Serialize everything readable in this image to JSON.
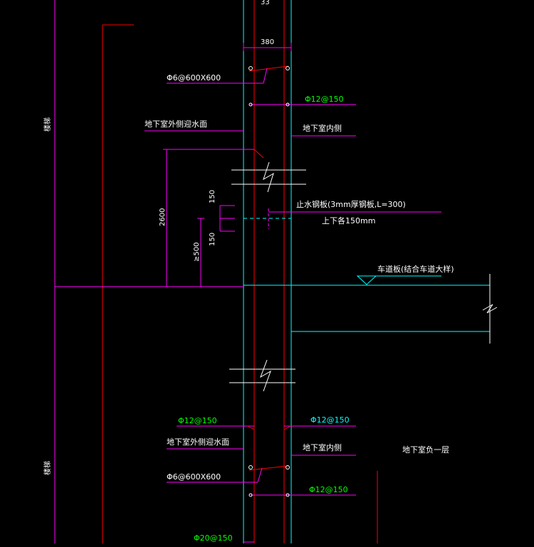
{
  "colors": {
    "background": "#000000",
    "red": "#ff0000",
    "magenta": "#ff00ff",
    "cyan": "#00ffff",
    "white": "#ffffff",
    "green": "#00ff00"
  },
  "labels": {
    "stirrup_top": "Φ6@600X600",
    "stirrup_bottom": "Φ6@600X600",
    "rebar_top_right": "Φ12@150",
    "rebar_mid_left": "Φ12@150",
    "rebar_mid_right": "Φ12@150",
    "rebar_low_right": "Φ12@150",
    "rebar_bottom": "Φ20@150",
    "outside_water_top": "地下室外侧迎水面",
    "outside_water_bottom": "地下室外侧迎水面",
    "inside_top": "地下室内侧",
    "inside_bottom": "地下室内侧",
    "waterstop": "止水钢板(3mm厚钢板,L=300)",
    "waterstop_note": "上下各150mm",
    "slab_note": "车道板(结合车道大样)",
    "basement_level": "地下室负一层",
    "side_mark_top": "楼梯",
    "side_mark_bottom": "楼梯"
  },
  "dimensions": {
    "wall_width": "380",
    "height_2600": "2600",
    "offset_500": "≥500",
    "half_upper": "150",
    "half_lower": "150"
  },
  "partial_text": {
    "top_clip": "33"
  }
}
